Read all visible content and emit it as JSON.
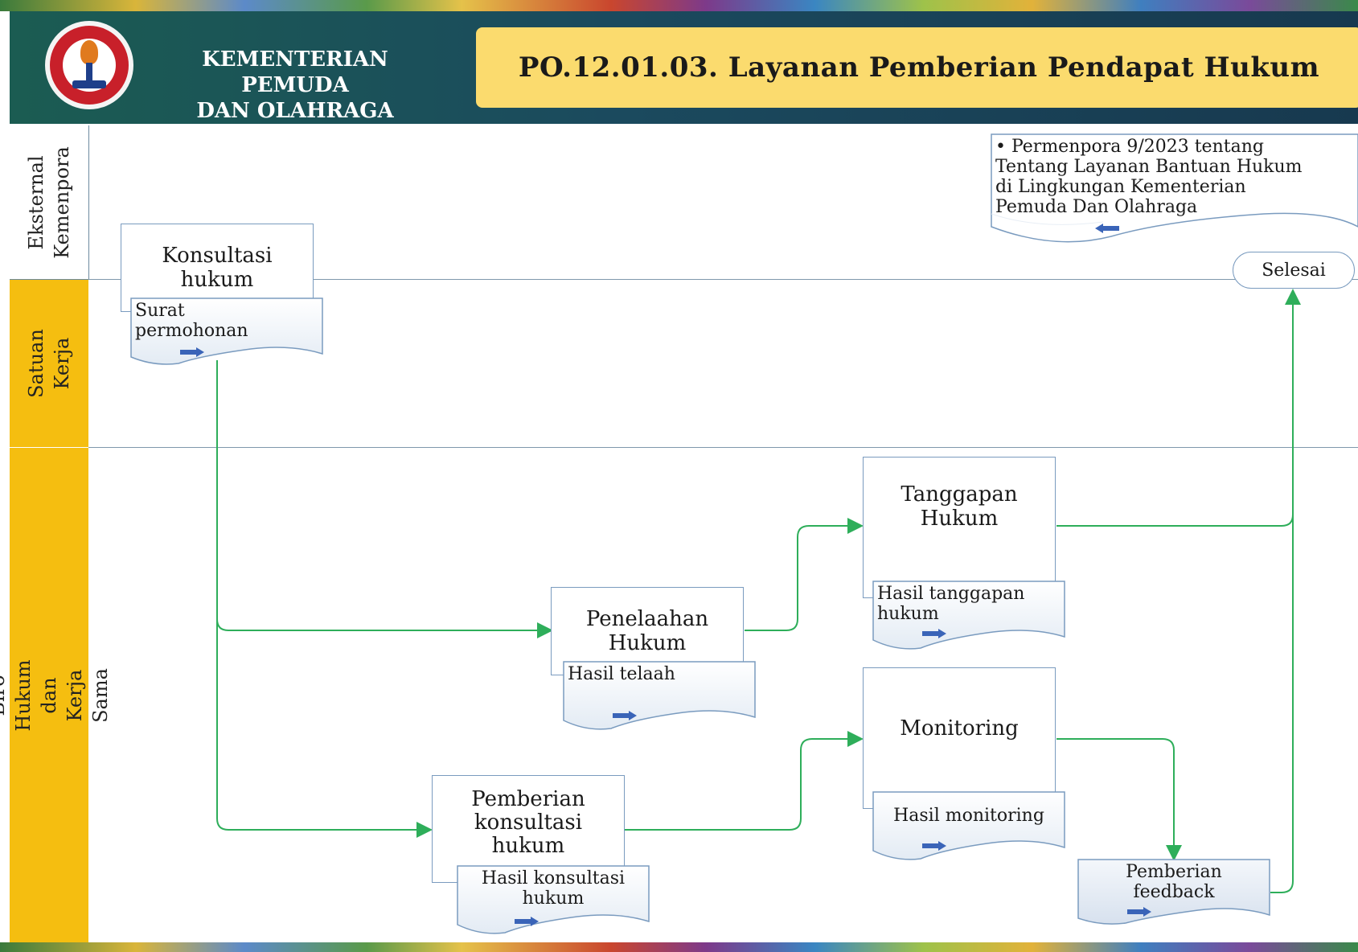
{
  "header": {
    "org_name": "KEMENTERIAN PEMUDA\nDAN OLAHRAGA",
    "title": "PO.12.01.03.  Layanan Pemberian Pendapat Hukum"
  },
  "lanes": [
    {
      "label": "Eksternal\nKemenpora"
    },
    {
      "label": "Satuan Kerja"
    },
    {
      "label": "Biro Hukum dan Kerja Sama"
    }
  ],
  "regulation": {
    "text": "• Permenpora 9/2023 tentang\n  Tentang Layanan Bantuan Hukum\n  di Lingkungan Kementerian\n  Pemuda Dan Olahraga"
  },
  "end": {
    "label": "Selesai"
  },
  "processes": {
    "konsultasi": {
      "label": "Konsultasi\nhukum"
    },
    "penelaahan": {
      "label": "Penelaahan\nHukum"
    },
    "tanggapan": {
      "label": "Tanggapan\nHukum"
    },
    "monitoring": {
      "label": "Monitoring"
    },
    "pemberian_konsultasi": {
      "label": "Pemberian\nkonsultasi\nhukum"
    }
  },
  "documents": {
    "surat_permohonan": {
      "label": "Surat\npermohonan"
    },
    "hasil_telaah": {
      "label": "Hasil telaah"
    },
    "hasil_tanggapan": {
      "label": "Hasil tanggapan\nhukum"
    },
    "hasil_monitoring": {
      "label": "Hasil monitoring"
    },
    "hasil_konsultasi": {
      "label": "Hasil konsultasi\nhukum"
    },
    "pemberian_feedback": {
      "label": "Pemberian\nfeedback"
    }
  },
  "colors": {
    "connector": "#2eae5a",
    "lane_accent": "#f5be10",
    "header_bg": "#1b5c52",
    "title_bg": "#fbdb6e",
    "doc_arrow": "#3a64b8"
  }
}
